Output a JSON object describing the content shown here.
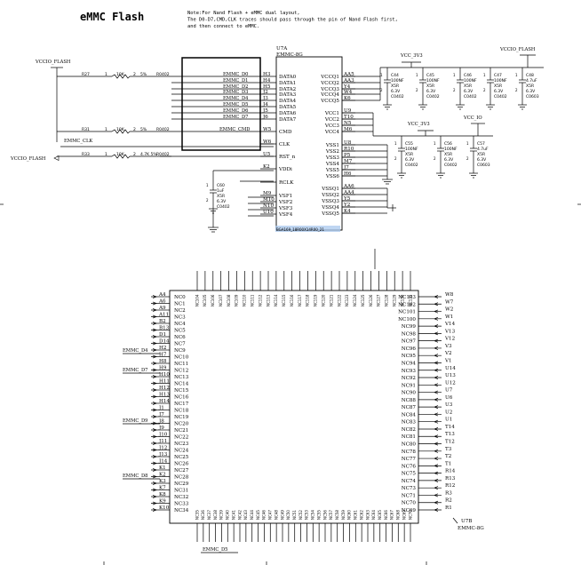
{
  "title": "eMMC Flash",
  "note": [
    "Note:For Nand Flash + eMMC dual layout,",
    "The D0-D7,CMD,CLK traces should pass through the pin of Nand Flash first,",
    "and then connect to eMMC."
  ],
  "u7a": {
    "ref": "U7A",
    "type": "EMMC-8G",
    "footprint": "BGA169_18R00X14R00_21",
    "left_pins": [
      {
        "num": "H3",
        "name": "DATA0"
      },
      {
        "num": "H4",
        "name": "DATA1"
      },
      {
        "num": "H5",
        "name": "DATA2"
      },
      {
        "num": "J2",
        "name": "DATA3"
      },
      {
        "num": "J3",
        "name": "DATA4"
      },
      {
        "num": "J4",
        "name": "DATA5"
      },
      {
        "num": "J5",
        "name": "DATA6"
      },
      {
        "num": "J6",
        "name": "DATA7"
      },
      {
        "num": "W5",
        "name": "CMD"
      },
      {
        "num": "W6",
        "name": "CLK"
      },
      {
        "num": "U5",
        "name": "RST_n"
      },
      {
        "num": "K2",
        "name": "VDDi"
      },
      {
        "num": "",
        "name": "RCLK"
      },
      {
        "num": "M9",
        "name": "VSF1"
      },
      {
        "num": "M10",
        "name": "VSF2"
      },
      {
        "num": "N10",
        "name": "VSF3"
      },
      {
        "num": "U10",
        "name": "VSF4"
      }
    ],
    "right_pins": [
      {
        "num": "AA5",
        "name": "VCCQ1"
      },
      {
        "num": "AA3",
        "name": "VCCQ2"
      },
      {
        "num": "Y4",
        "name": "VCCQ3"
      },
      {
        "num": "W4",
        "name": "VCCQ4"
      },
      {
        "num": "K6",
        "name": "VCCQ5"
      },
      {
        "num": "U9",
        "name": "VCC1"
      },
      {
        "num": "T10",
        "name": "VCC2"
      },
      {
        "num": "N5",
        "name": "VCC3"
      },
      {
        "num": "M6",
        "name": "VCC4"
      },
      {
        "num": "U8",
        "name": "VSS1"
      },
      {
        "num": "R10",
        "name": "VSS2"
      },
      {
        "num": "P5",
        "name": "VSS3"
      },
      {
        "num": "M7",
        "name": "VSS4"
      },
      {
        "num": "J7",
        "name": "VSS5"
      },
      {
        "num": "H6",
        "name": "VSS6"
      },
      {
        "num": "AA6",
        "name": "VSSQ1"
      },
      {
        "num": "AA4",
        "name": "VSSQ2"
      },
      {
        "num": "Y5",
        "name": "VSSQ3"
      },
      {
        "num": "Y2",
        "name": "VSSQ4"
      },
      {
        "num": "K4",
        "name": "VSSQ5"
      }
    ]
  },
  "nets": {
    "emmc_d": [
      "EMMC_D0",
      "EMMC_D1",
      "EMMC_D2",
      "EMMC_D3",
      "EMMC_D4",
      "EMMC_D5",
      "EMMC_D6",
      "EMMC_D7"
    ],
    "emmc_cmd": "EMMC_CMD",
    "emmc_clk": "EMMC_CLK",
    "vccio_flash": "VCCIO_FLASH",
    "vcc_3v3": "VCC_3V3",
    "vcc_io": "VCC_IO"
  },
  "resistors": [
    {
      "ref": "R27",
      "val": "10K",
      "tol": "5%",
      "pkg": "R0402",
      "p1": "1",
      "p2": "2"
    },
    {
      "ref": "R31",
      "val": "10K",
      "tol": "5%",
      "pkg": "R0402",
      "p1": "1",
      "p2": "2"
    },
    {
      "ref": "R33",
      "val": "10K",
      "tol": "4.7K 5%",
      "pkg": "R0402",
      "p1": "1",
      "p2": "2"
    }
  ],
  "caps_top": [
    {
      "ref": "C44",
      "val": "100NF",
      "v": "6.3V",
      "d": "X5R",
      "pkg": "C0402"
    },
    {
      "ref": "C45",
      "val": "100NF",
      "v": "6.3V",
      "d": "X5R",
      "pkg": "C0402"
    },
    {
      "ref": "C46",
      "val": "100NF",
      "v": "6.3V",
      "d": "X5R",
      "pkg": "C0402"
    },
    {
      "ref": "C47",
      "val": "100NF",
      "v": "6.3V",
      "d": "X5R",
      "pkg": "C0402"
    },
    {
      "ref": "C48",
      "val": "4.7uF",
      "v": "6.3V",
      "d": "X5R",
      "pkg": "C0603"
    }
  ],
  "caps_mid": [
    {
      "ref": "C55",
      "val": "100NF",
      "v": "6.3V",
      "d": "X5R",
      "pkg": "C0402"
    },
    {
      "ref": "C56",
      "val": "100NF",
      "v": "6.3V",
      "d": "X5R",
      "pkg": "C0402"
    },
    {
      "ref": "C57",
      "val": "4.7uF",
      "v": "6.3V",
      "d": "X5R",
      "pkg": "C0603"
    }
  ],
  "c60": {
    "ref": "C60",
    "val": "1uF",
    "v": "6.3V",
    "d": "X5R",
    "pkg": "C0402"
  },
  "u7b": {
    "ref": "U7B",
    "type": "EMMC-8G",
    "left_pins": [
      {
        "num": "A4",
        "name": "NC0"
      },
      {
        "num": "A6",
        "name": "NC1"
      },
      {
        "num": "A9",
        "name": "NC2"
      },
      {
        "num": "A11",
        "name": "NC3"
      },
      {
        "num": "B2",
        "name": "NC4"
      },
      {
        "num": "B13",
        "name": "NC5"
      },
      {
        "num": "D1",
        "name": "NC6"
      },
      {
        "num": "D14",
        "name": "NC7"
      },
      {
        "num": "H2",
        "name": "NC9"
      },
      {
        "num": "H7",
        "name": "NC10"
      },
      {
        "num": "H8",
        "name": "NC11"
      },
      {
        "num": "H9",
        "name": "NC12"
      },
      {
        "num": "H10",
        "name": "NC13"
      },
      {
        "num": "H11",
        "name": "NC14"
      },
      {
        "num": "H12",
        "name": "NC15"
      },
      {
        "num": "H13",
        "name": "NC16"
      },
      {
        "num": "H14",
        "name": "NC17"
      },
      {
        "num": "J1",
        "name": "NC18"
      },
      {
        "num": "J7",
        "name": "NC19"
      },
      {
        "num": "J8",
        "name": "NC20"
      },
      {
        "num": "J9",
        "name": "NC21"
      },
      {
        "num": "J10",
        "name": "NC22"
      },
      {
        "num": "J11",
        "name": "NC23"
      },
      {
        "num": "J12",
        "name": "NC24"
      },
      {
        "num": "J13",
        "name": "NC25"
      },
      {
        "num": "J14",
        "name": "NC26"
      },
      {
        "num": "K1",
        "name": "NC27"
      },
      {
        "num": "K2",
        "name": "NC28"
      },
      {
        "num": "K3",
        "name": "NC29"
      },
      {
        "num": "K7",
        "name": "NC31"
      },
      {
        "num": "K8",
        "name": "NC32"
      },
      {
        "num": "K9",
        "name": "NC33"
      },
      {
        "num": "K10",
        "name": "NC34"
      }
    ],
    "right_pins": [
      {
        "num": "W8",
        "name": "NC103"
      },
      {
        "num": "W7",
        "name": "NC102"
      },
      {
        "num": "W2",
        "name": "NC101"
      },
      {
        "num": "W1",
        "name": "NC100"
      },
      {
        "num": "V14",
        "name": "NC99"
      },
      {
        "num": "V13",
        "name": "NC98"
      },
      {
        "num": "V12",
        "name": "NC97"
      },
      {
        "num": "V3",
        "name": "NC96"
      },
      {
        "num": "V2",
        "name": "NC95"
      },
      {
        "num": "V1",
        "name": "NC94"
      },
      {
        "num": "U14",
        "name": "NC93"
      },
      {
        "num": "U13",
        "name": "NC92"
      },
      {
        "num": "U12",
        "name": "NC91"
      },
      {
        "num": "U7",
        "name": "NC90"
      },
      {
        "num": "U6",
        "name": "NC88"
      },
      {
        "num": "U3",
        "name": "NC87"
      },
      {
        "num": "U2",
        "name": "NC84"
      },
      {
        "num": "U1",
        "name": "NC83"
      },
      {
        "num": "T14",
        "name": "NC82"
      },
      {
        "num": "T13",
        "name": "NC81"
      },
      {
        "num": "T12",
        "name": "NC80"
      },
      {
        "num": "T3",
        "name": "NC78"
      },
      {
        "num": "T2",
        "name": "NC77"
      },
      {
        "num": "T1",
        "name": "NC76"
      },
      {
        "num": "R14",
        "name": "NC75"
      },
      {
        "num": "R13",
        "name": "NC74"
      },
      {
        "num": "R12",
        "name": "NC73"
      },
      {
        "num": "R3",
        "name": "NC71"
      },
      {
        "num": "R2",
        "name": "NC70"
      },
      {
        "num": "R1",
        "name": "NC69"
      }
    ],
    "top_count": 28,
    "bottom_count": 36
  },
  "u7b_nets": [
    "EMMC_D4",
    "EMMC_D7",
    "EMMC_D9",
    "EMMC_D8",
    "EMMC_D5"
  ]
}
